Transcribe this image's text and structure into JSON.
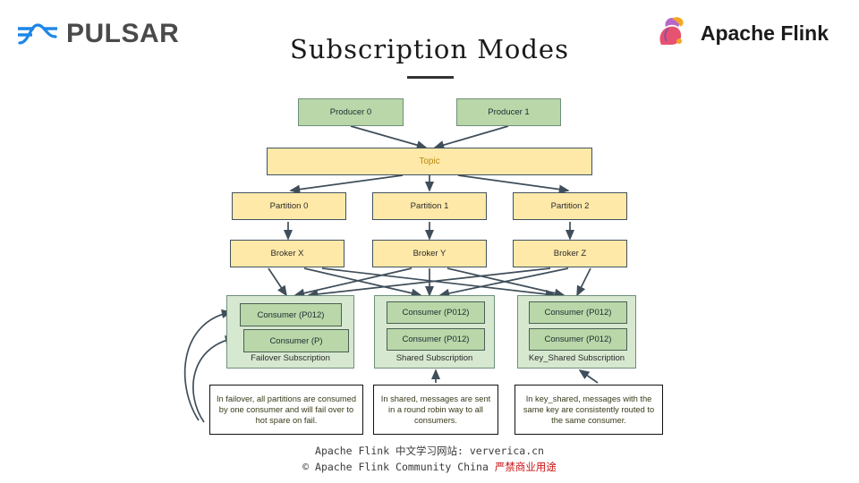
{
  "header": {
    "pulsar_logo_icon": "pulsar-wave-icon",
    "pulsar_wordmark": "PULSAR",
    "flink_logo_icon": "flink-squirrel-icon",
    "flink_wordmark": "Apache Flink",
    "title": "Subscription Modes"
  },
  "diagram": {
    "producers": [
      {
        "label": "Producer 0"
      },
      {
        "label": "Producer 1"
      }
    ],
    "topic": {
      "label": "Topic"
    },
    "partitions": [
      {
        "label": "Partition 0"
      },
      {
        "label": "Partition 1"
      },
      {
        "label": "Partition 2"
      }
    ],
    "brokers": [
      {
        "label": "Broker X"
      },
      {
        "label": "Broker Y"
      },
      {
        "label": "Broker Z"
      }
    ],
    "subscriptions": [
      {
        "name": "Failover Subscription",
        "consumers": [
          "Consumer (P012)",
          "Consumer (P)"
        ]
      },
      {
        "name": "Shared Subscription",
        "consumers": [
          "Consumer (P012)",
          "Consumer (P012)"
        ]
      },
      {
        "name": "Key_Shared Subscription",
        "consumers": [
          "Consumer (P012)",
          "Consumer (P012)"
        ]
      }
    ],
    "callouts": [
      {
        "text": "In failover, all partitions are consumed by one consumer and will fail over to hot spare on fail."
      },
      {
        "text": "In shared, messages are sent in a round robin way to all consumers."
      },
      {
        "text": "In key_shared, messages with the same key are consistently routed to the same consumer."
      }
    ]
  },
  "footer": {
    "line1": "Apache Flink 中文学习网站: ververica.cn",
    "line2_left": "© Apache Flink Community China",
    "line2_red": "严禁商业用途"
  },
  "colors": {
    "producer_fill": "#b9d7a8",
    "topic_fill": "#ffe9a8",
    "group_fill": "#d7e8d0",
    "arrow": "#3f4e5a",
    "pulsar_blue": "#1d86e8",
    "flink_pink": "#e6526f",
    "footer_red": "#cc1111"
  }
}
